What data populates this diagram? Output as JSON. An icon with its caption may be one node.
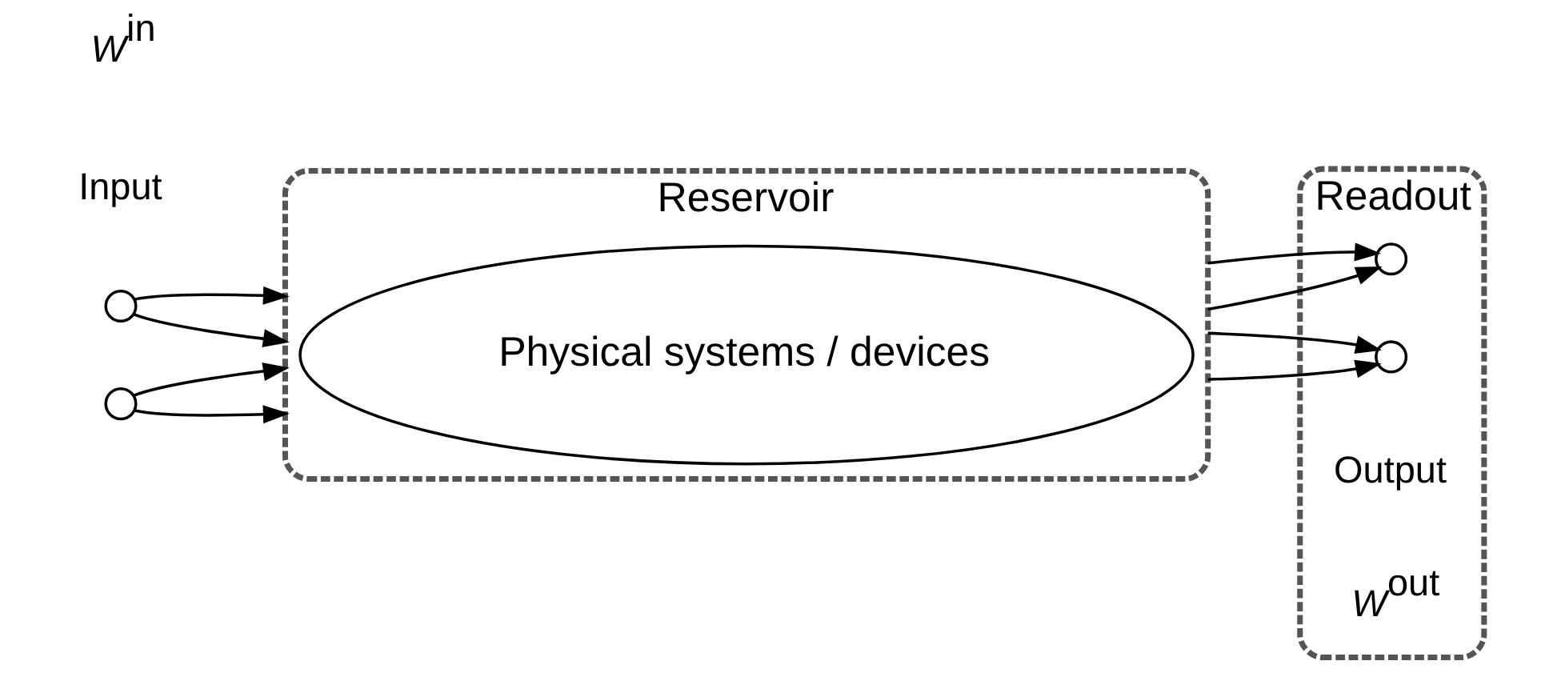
{
  "diagram": {
    "nodes": [
      {
        "text": [
          "Reservoir"
        ]
      },
      {
        "text": [
          "Readout"
        ]
      },
      {
        "text": [],
        "shape": "circle"
      },
      {
        "text": [],
        "shape": "circle"
      },
      {
        "text": [
          "Physical systems / devices"
        ],
        "in": 0
      },
      {
        "text": [],
        "shape": "circle",
        "in": 1
      },
      {
        "text": [],
        "shape": "circle",
        "in": 1
      }
    ],
    "edges": [
      {
        "from": 2,
        "to": 0,
        "arrow": "to"
      },
      {
        "from": 2,
        "to": 0,
        "arrow": "to"
      },
      {
        "from": 3,
        "to": 0,
        "arrow": "to"
      },
      {
        "from": 3,
        "to": 0,
        "arrow": "to"
      },
      {
        "from": 0,
        "to": 5,
        "arrow": "to"
      },
      {
        "from": 0,
        "to": 6,
        "arrow": "to"
      },
      {
        "from": 0,
        "to": 5,
        "arrow": "to"
      },
      {
        "from": 0,
        "to": 6,
        "arrow": "to"
      }
    ],
    "labels": [
      "Input",
      "Output",
      "*W*$^{in}$",
      "*W*$^{out}$"
    ]
  }
}
